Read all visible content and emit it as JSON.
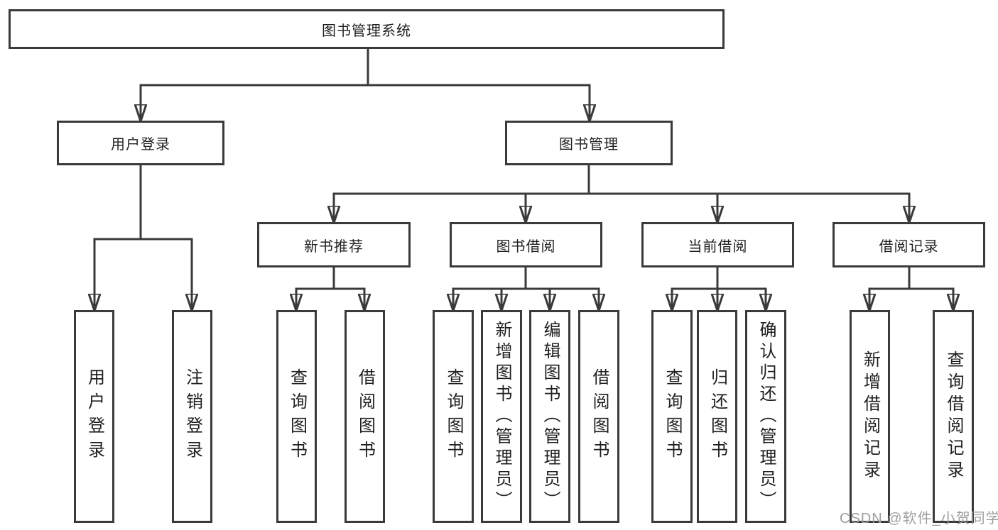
{
  "diagram": {
    "root": {
      "label": "图书管理系统"
    },
    "level2": [
      {
        "label": "用户登录",
        "parent": "图书管理系统"
      },
      {
        "label": "图书管理",
        "parent": "图书管理系统"
      }
    ],
    "level3": [
      {
        "label": "新书推荐",
        "parent": "图书管理"
      },
      {
        "label": "图书借阅",
        "parent": "图书管理"
      },
      {
        "label": "当前借阅",
        "parent": "图书管理"
      },
      {
        "label": "借阅记录",
        "parent": "图书管理"
      }
    ],
    "leaves": [
      {
        "label": "用户登录",
        "parent": "用户登录"
      },
      {
        "label": "注销登录",
        "parent": "用户登录"
      },
      {
        "label": "查询图书",
        "parent": "新书推荐"
      },
      {
        "label": "借阅图书",
        "parent": "新书推荐"
      },
      {
        "label": "查询图书",
        "parent": "图书借阅"
      },
      {
        "label": "新增图书（管理员）",
        "parent": "图书借阅"
      },
      {
        "label": "编辑图书（管理员）",
        "parent": "图书借阅"
      },
      {
        "label": "借阅图书",
        "parent": "图书借阅"
      },
      {
        "label": "查询图书",
        "parent": "当前借阅"
      },
      {
        "label": "归还图书",
        "parent": "当前借阅"
      },
      {
        "label": "确认归还（管理员）",
        "parent": "当前借阅"
      },
      {
        "label": "新增借阅记录",
        "parent": "借阅记录"
      },
      {
        "label": "查询借阅记录",
        "parent": "借阅记录"
      }
    ]
  },
  "watermark": {
    "text": "CSDN @软件_小贺同学",
    "color": "#9e9e9e"
  },
  "colors": {
    "border": "#3a3a3a",
    "line": "#3a3a3a",
    "text": "#1f1f1f",
    "background": "#ffffff"
  }
}
